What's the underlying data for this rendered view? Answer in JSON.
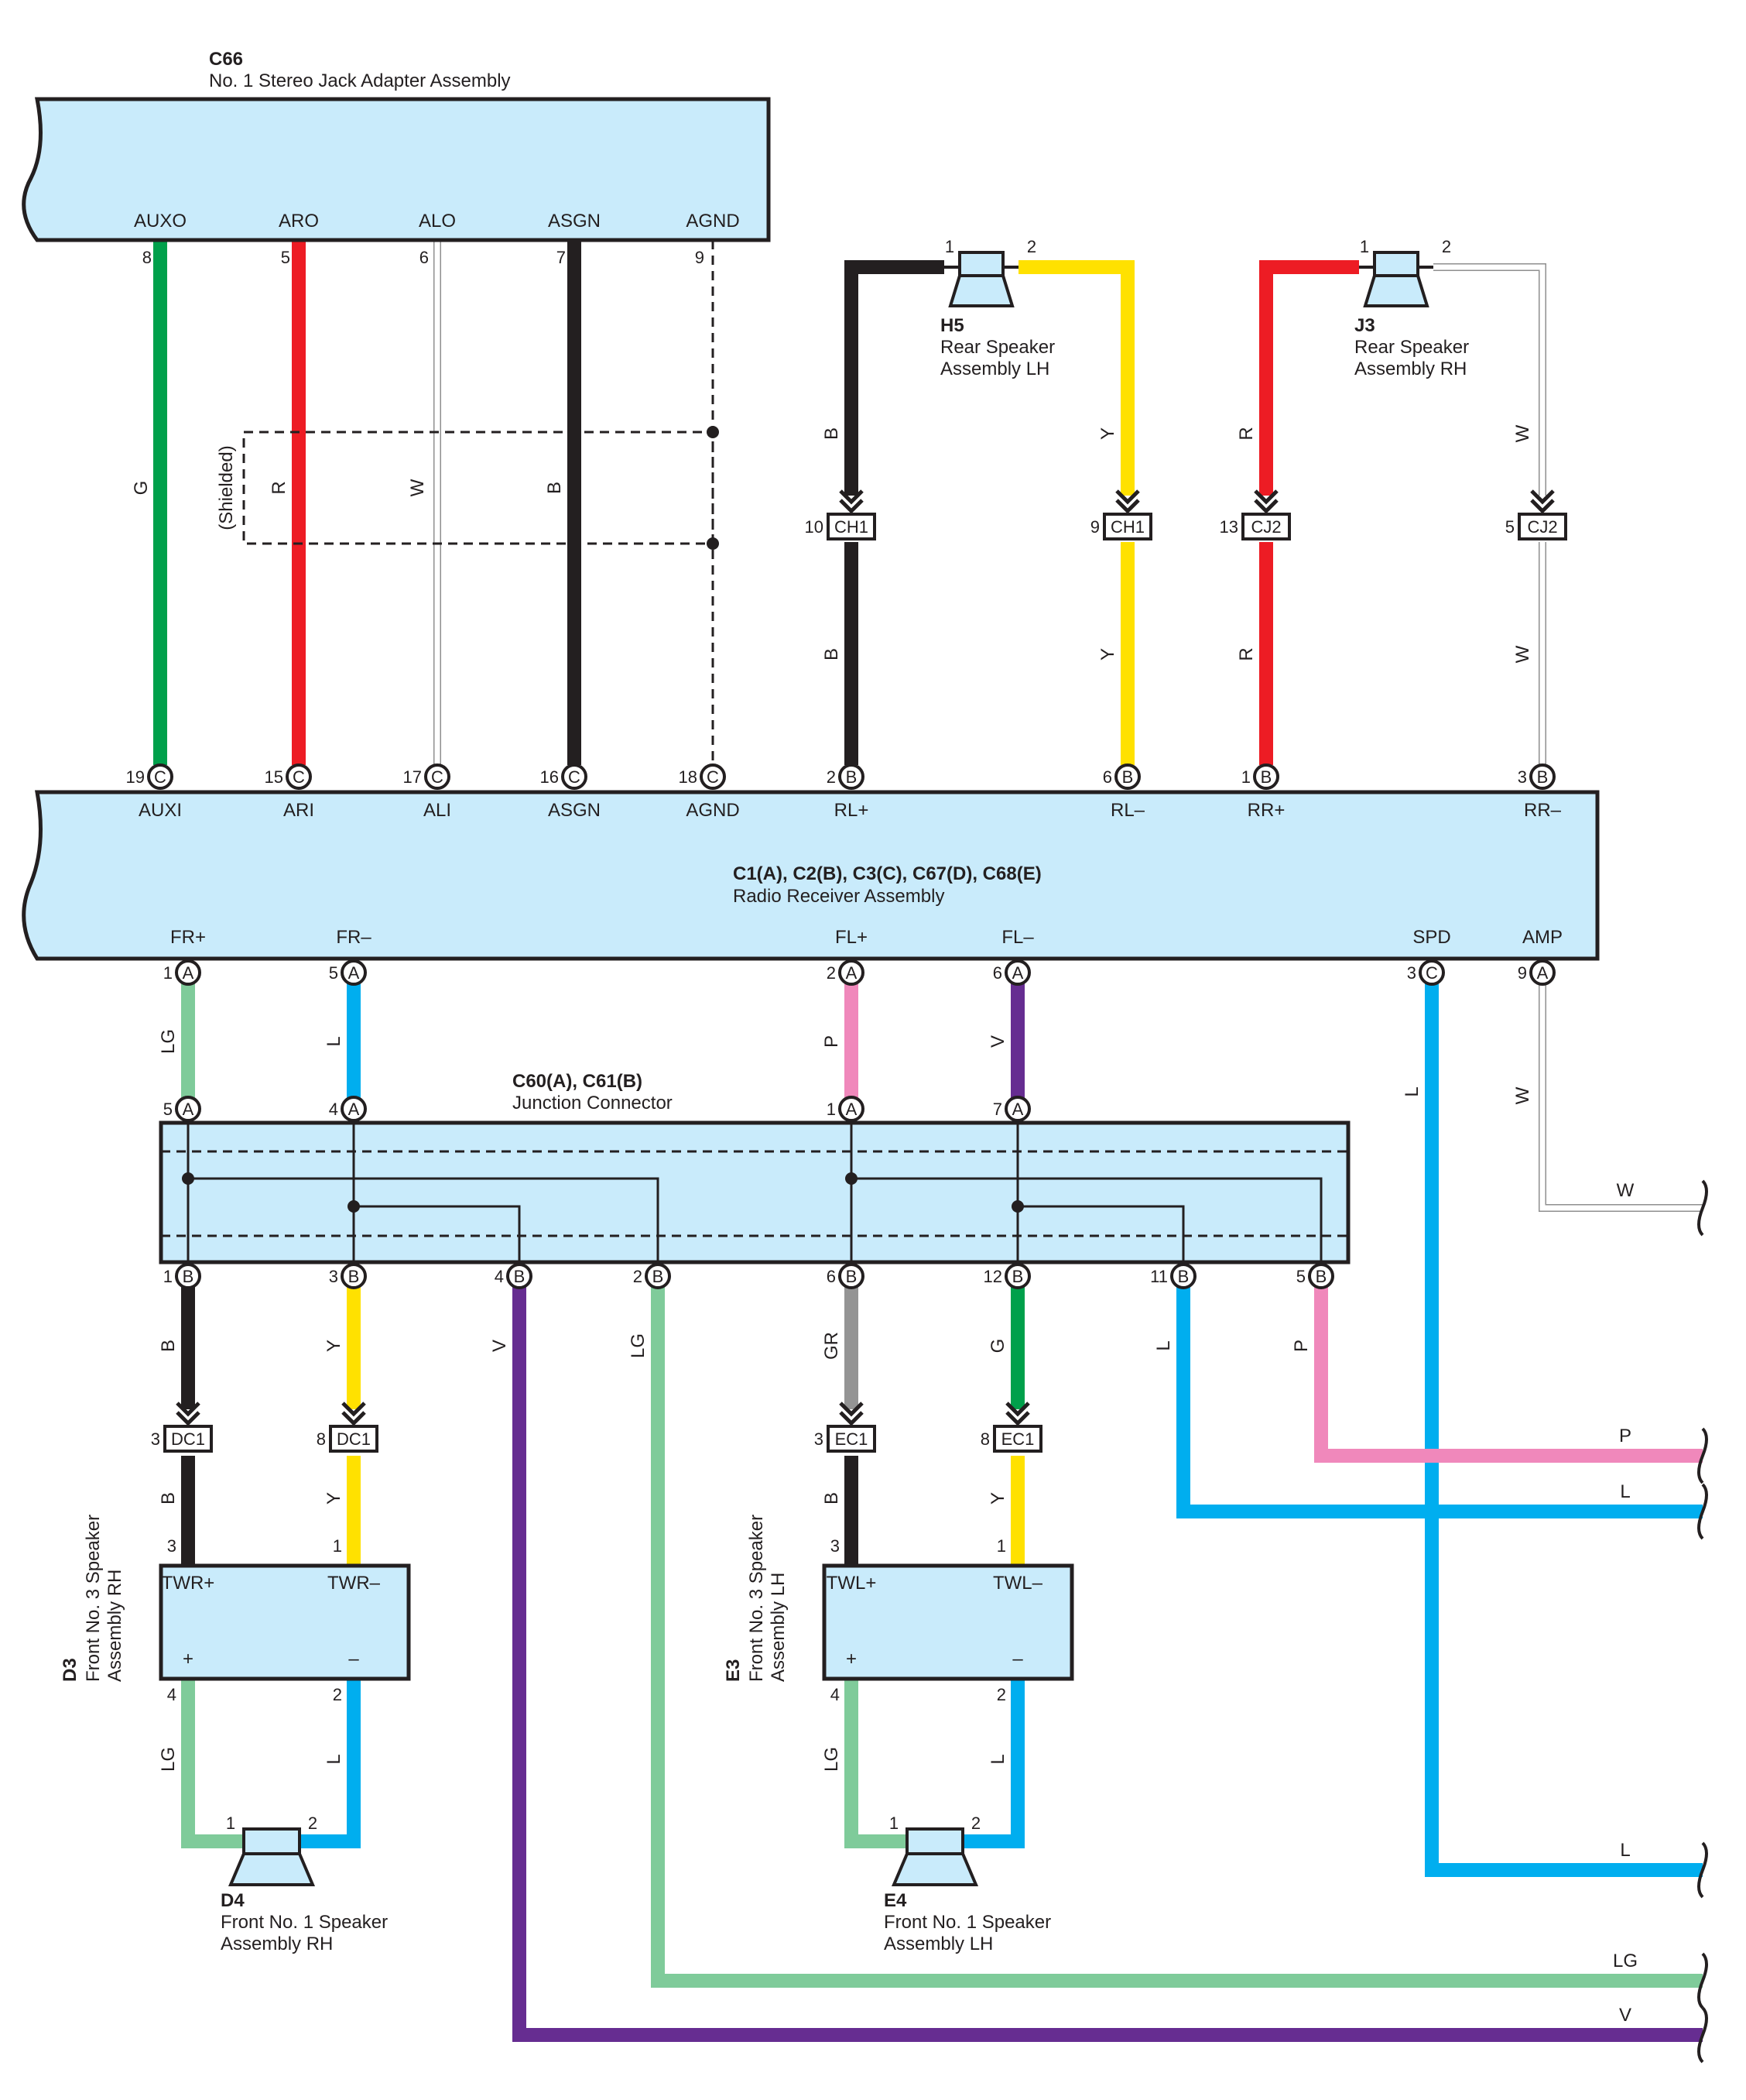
{
  "colors": {
    "G": "#00a04b",
    "R": "#ed1c24",
    "W": "#b4b4b4",
    "B": "#231f20",
    "Y": "#ffe100",
    "LG": "#7fcb9a",
    "L": "#00aeef",
    "P": "#f088bb",
    "V": "#662d91",
    "GR": "#949494",
    "box_fill": "#c9ebfb"
  },
  "c66": {
    "id": "C66",
    "name": "No.  1 Stereo Jack Adapter Assembly",
    "pins": [
      "AUXO",
      "ARO",
      "ALO",
      "ASGN",
      "AGND"
    ],
    "pin_numbers": [
      "8",
      "5",
      "6",
      "7",
      "9"
    ]
  },
  "shielded": "(Shielded)",
  "radio": {
    "id": "C1(A), C2(B), C3(C), C67(D), C68(E)",
    "name": "Radio Receiver Assembly",
    "top_pins": [
      "AUXI",
      "ARI",
      "ALI",
      "ASGN",
      "AGND",
      "RL+",
      "RL–",
      "RR+",
      "RR–"
    ],
    "top_numbers": [
      "19",
      "15",
      "17",
      "16",
      "18",
      "2",
      "6",
      "1",
      "3"
    ],
    "top_letters": [
      "C",
      "C",
      "C",
      "C",
      "C",
      "B",
      "B",
      "B",
      "B"
    ],
    "bottom_pins": [
      "FR+",
      "FR–",
      "FL+",
      "FL–",
      "SPD",
      "AMP"
    ],
    "bottom_numbers": [
      "1",
      "5",
      "2",
      "6",
      "3",
      "9"
    ],
    "bottom_letters": [
      "A",
      "A",
      "A",
      "A",
      "C",
      "A"
    ]
  },
  "h5": {
    "id": "H5",
    "line1": "Rear Speaker",
    "line2": "Assembly LH",
    "pin1": "1",
    "pin2": "2"
  },
  "j3": {
    "id": "J3",
    "line1": "Rear Speaker",
    "line2": "Assembly RH",
    "pin1": "1",
    "pin2": "2"
  },
  "inline_top": [
    {
      "num": "10",
      "name": "CH1"
    },
    {
      "num": "9",
      "name": "CH1"
    },
    {
      "num": "13",
      "name": "CJ2"
    },
    {
      "num": "5",
      "name": "CJ2"
    }
  ],
  "junction": {
    "id": "C60(A), C61(B)",
    "name": "Junction Connector",
    "top_numbers": [
      "5",
      "4",
      "1",
      "7"
    ],
    "top_letters": [
      "A",
      "A",
      "A",
      "A"
    ],
    "bottom_numbers": [
      "1",
      "3",
      "4",
      "2",
      "6",
      "12",
      "11",
      "5"
    ],
    "bottom_letters": [
      "B",
      "B",
      "B",
      "B",
      "B",
      "B",
      "B",
      "B"
    ]
  },
  "inline_bottom": [
    {
      "num": "3",
      "name": "DC1"
    },
    {
      "num": "8",
      "name": "DC1"
    },
    {
      "num": "3",
      "name": "EC1"
    },
    {
      "num": "8",
      "name": "EC1"
    }
  ],
  "d3": {
    "id": "D3",
    "line1": "Front No.  3 Speaker",
    "line2": "Assembly RH",
    "pin_l": "TWR+",
    "pin_r": "TWR–",
    "pin_l_num": "3",
    "pin_r_num": "1",
    "bottom_l": "4",
    "bottom_r": "2",
    "plus": "+",
    "minus": "–"
  },
  "e3": {
    "id": "E3",
    "line1": "Front No.  3 Speaker",
    "line2": "Assembly LH",
    "pin_l": "TWL+",
    "pin_r": "TWL–",
    "pin_l_num": "3",
    "pin_r_num": "1",
    "bottom_l": "4",
    "bottom_r": "2",
    "plus": "+",
    "minus": "–"
  },
  "d4": {
    "id": "D4",
    "line1": "Front No.  1 Speaker",
    "line2": "Assembly RH",
    "pin1": "1",
    "pin2": "2"
  },
  "e4": {
    "id": "E4",
    "line1": "Front No.  1 Speaker",
    "line2": "Assembly LH",
    "pin1": "1",
    "pin2": "2"
  },
  "wire_labels": {
    "g": "G",
    "r": "R",
    "w": "W",
    "b": "B",
    "y": "Y",
    "lg": "LG",
    "l": "L",
    "p": "P",
    "v": "V",
    "gr": "GR"
  }
}
